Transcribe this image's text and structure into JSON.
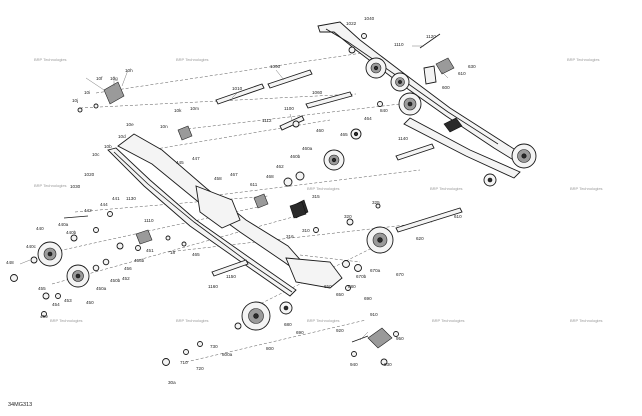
{
  "figure_code": "34MG313",
  "watermarks": [
    "BRP Technologies",
    "BRP Technologies",
    "BRP Technologies",
    "BRP Technologies",
    "BRP Technologies",
    "BRP Technologies",
    "BRP Technologies",
    "BRP Technologies",
    "BRP Technologies",
    "BRP Technologies",
    "BRP Technologies",
    "BRP Technologies"
  ],
  "callouts": [
    "1022",
    "1040",
    "1110",
    "1120",
    "610",
    "630",
    "600",
    "10f",
    "10g",
    "10h",
    "10j",
    "10i",
    "1010",
    "1090",
    "10k",
    "10m",
    "10n",
    "10e",
    "10d",
    "10c",
    "10b",
    "1100",
    "1060",
    "1112",
    "445",
    "447",
    "460",
    "465",
    "464",
    "840",
    "1140",
    "460b",
    "460a",
    "462",
    "468",
    "611",
    "467",
    "458",
    "1020",
    "1030",
    "440",
    "442",
    "444",
    "441",
    "1130",
    "1110",
    "315",
    "310",
    "316",
    "320",
    "325",
    "620",
    "610",
    "440a",
    "440b",
    "440c",
    "448",
    "456",
    "456b",
    "451",
    "452",
    "450",
    "455",
    "454",
    "453",
    "459",
    "450a",
    "450b",
    "1150",
    "1160",
    "18",
    "465",
    "670",
    "670a",
    "670b",
    "650",
    "880",
    "690",
    "650",
    "910",
    "920",
    "930",
    "940",
    "950",
    "800",
    "800a",
    "730",
    "720",
    "710",
    "30a",
    "680",
    "690"
  ]
}
